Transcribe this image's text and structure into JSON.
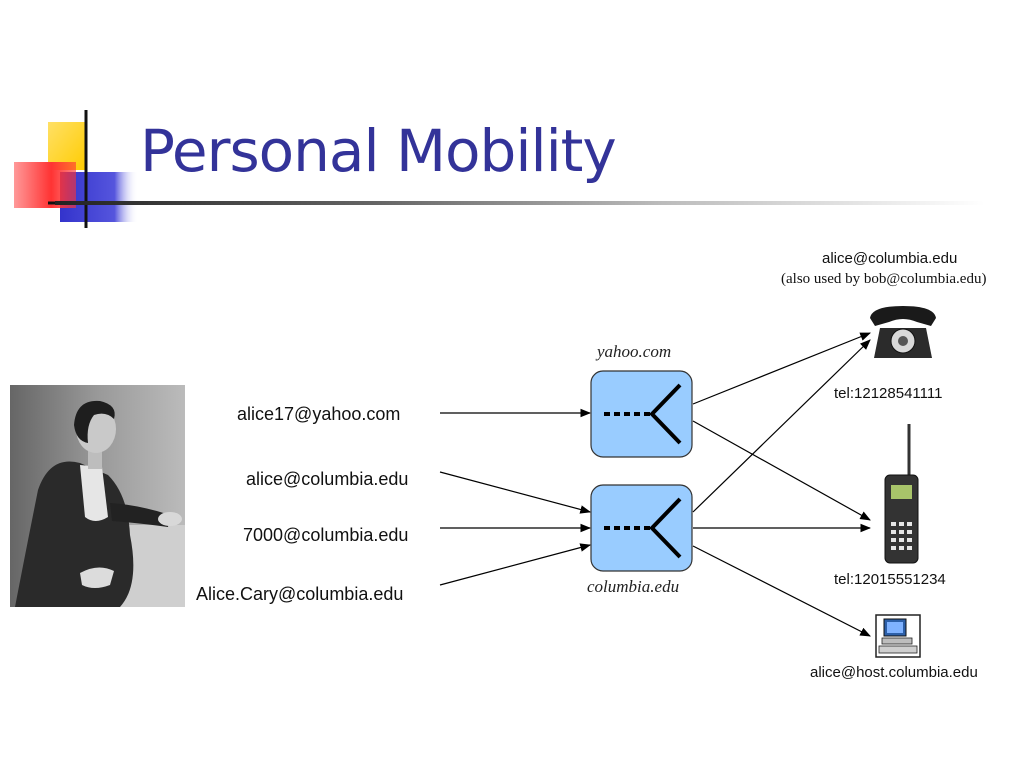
{
  "slide": {
    "title": "Personal Mobility"
  },
  "addresses": [
    {
      "label": "alice17@yahoo.com"
    },
    {
      "label": "alice@columbia.edu"
    },
    {
      "label": "7000@columbia.edu"
    },
    {
      "label": "Alice.Cary@columbia.edu"
    }
  ],
  "proxies": {
    "yahoo": {
      "label": "yahoo.com"
    },
    "columbia": {
      "label": "columbia.edu"
    }
  },
  "devices": {
    "desk_phone": {
      "address": "alice@columbia.edu",
      "note": "(also used by bob@columbia.edu)",
      "tel": "tel:12128541111",
      "icon": "rotary-phone-icon"
    },
    "cell_phone": {
      "tel": "tel:12015551234",
      "icon": "mobile-phone-icon"
    },
    "computer": {
      "address": "alice@host.columbia.edu",
      "icon": "computer-icon"
    }
  },
  "colors": {
    "title": "#333399",
    "proxy_fill": "#99ccff",
    "logo_yellow": "#ffcc00",
    "logo_red": "#ff3333",
    "logo_blue": "#3333cc"
  }
}
